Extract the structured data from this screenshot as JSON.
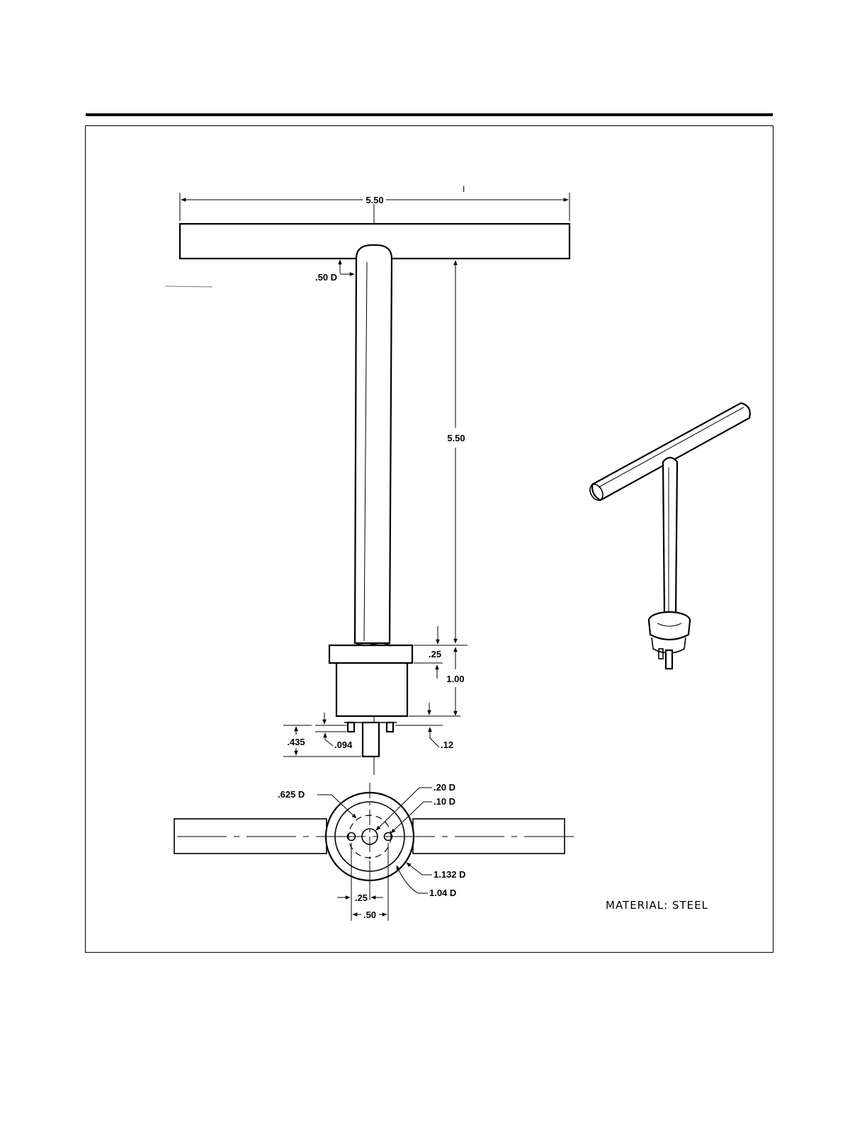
{
  "dimensions": {
    "handle_length": "5.50",
    "shaft_length": "5.50",
    "shaft_diameter": ".50 D",
    "collar_height": ".25",
    "body_height": "1.00",
    "pin_height": ".094",
    "tip_length": ".435",
    "tip_offset": ".12",
    "bolt_circle_dia": ".625 D",
    "center_hole_dia": ".20 D",
    "pin_hole_dia": ".10 D",
    "collar_outer_dia": "1.132 D",
    "body_outer_dia": "1.04 D",
    "inner_spacing": ".25",
    "pin_spacing": ".50"
  },
  "notes": {
    "material": "MATERIAL:  STEEL",
    "stray_mark": "I"
  }
}
